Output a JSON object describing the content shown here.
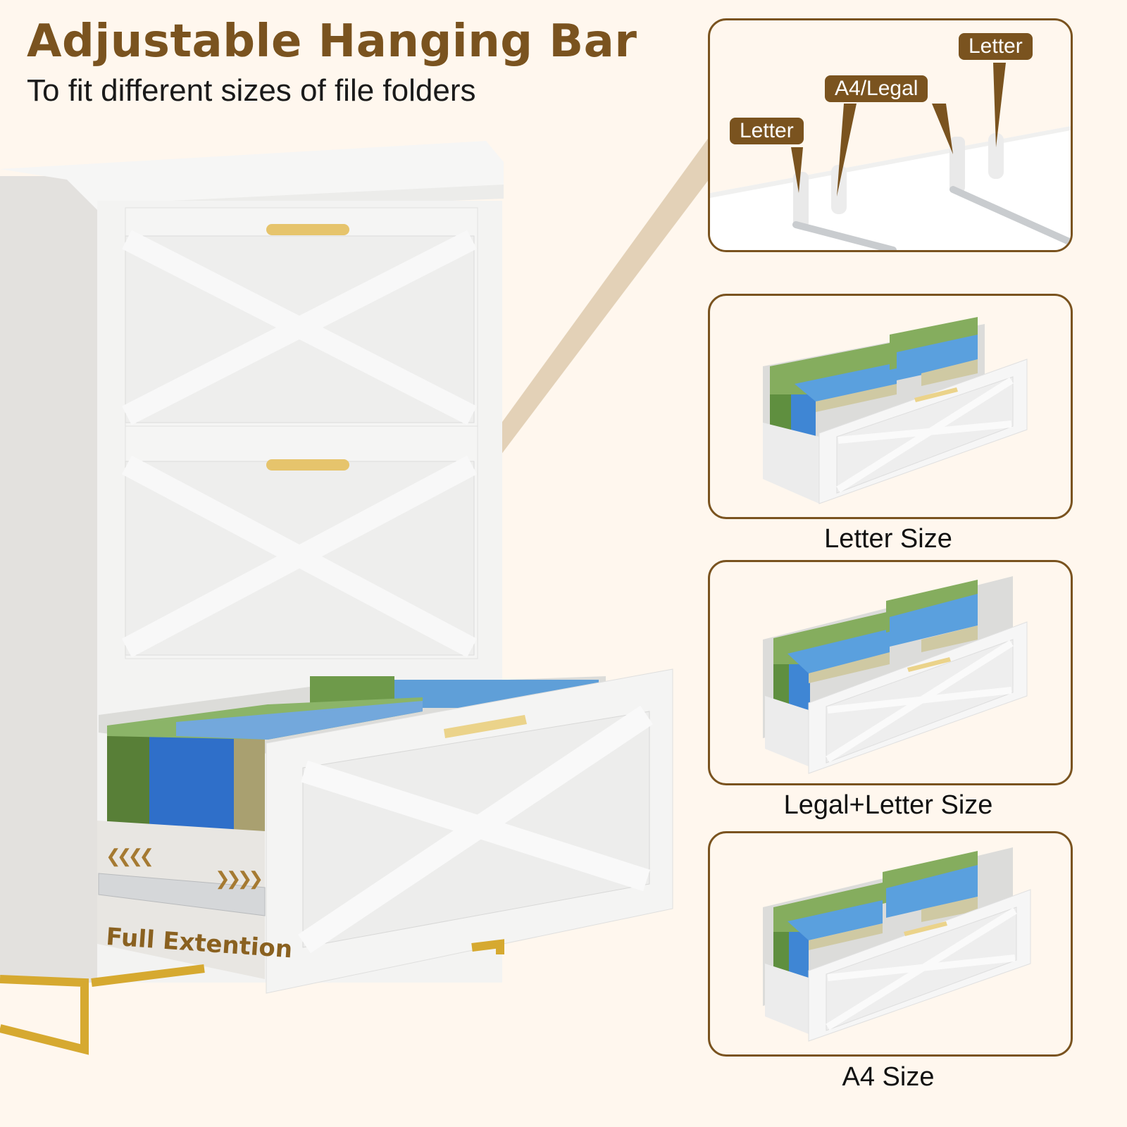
{
  "header": {
    "title": "Adjustable Hanging Bar",
    "subtitle": "To fit different sizes of file folders"
  },
  "main_image": {
    "drawer_label": "Full Extention",
    "arrows_left": "❮❮❮❮",
    "arrows_right": "❯❯❯❯"
  },
  "callout": {
    "tags": [
      {
        "label": "Letter"
      },
      {
        "label": "A4/Legal"
      },
      {
        "label": "Letter"
      }
    ]
  },
  "options": [
    {
      "caption": "Letter Size"
    },
    {
      "caption": "Legal+Letter Size"
    },
    {
      "caption": "A4 Size"
    }
  ],
  "colors": {
    "accent": "#7a531f",
    "background": "#fff7ee",
    "cabinet": "#f2f1ef",
    "gold": "#d9b24a",
    "folder_green": "#6e9a4a",
    "folder_blue": "#4f8fd6",
    "folder_tan": "#c9c29a"
  }
}
